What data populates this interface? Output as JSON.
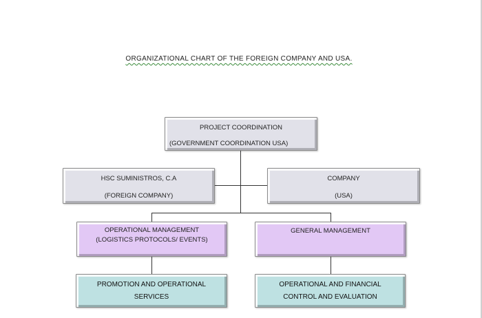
{
  "title": "ORGANIZATIONAL CHART OF THE FOREIGN COMPANY AND USA.",
  "nodes": {
    "project": {
      "line1": "PROJECT COORDINATION",
      "line2": "(GOVERNMENT COORDINATION USA)"
    },
    "hsc": {
      "line1": "HSC SUMINISTROS, C.A",
      "line2": "(FOREIGN COMPANY)"
    },
    "company": {
      "line1": "COMPANY",
      "line2": "(USA)"
    },
    "operational": {
      "line1": "OPERATIONAL MANAGEMENT",
      "line2": "(LOGISTICS PROTOCOLS/ EVENTS)"
    },
    "general": {
      "line1": "GENERAL MANAGEMENT"
    },
    "promotion": {
      "line1": "PROMOTION AND OPERATIONAL",
      "line2": "SERVICES"
    },
    "control": {
      "line1": "OPERATIONAL AND FINANCIAL",
      "line2": "CONTROL AND EVALUATION"
    }
  },
  "colors": {
    "grey": "#e1e1e9",
    "purple": "#e2c8f5",
    "teal": "#bee1e2"
  }
}
